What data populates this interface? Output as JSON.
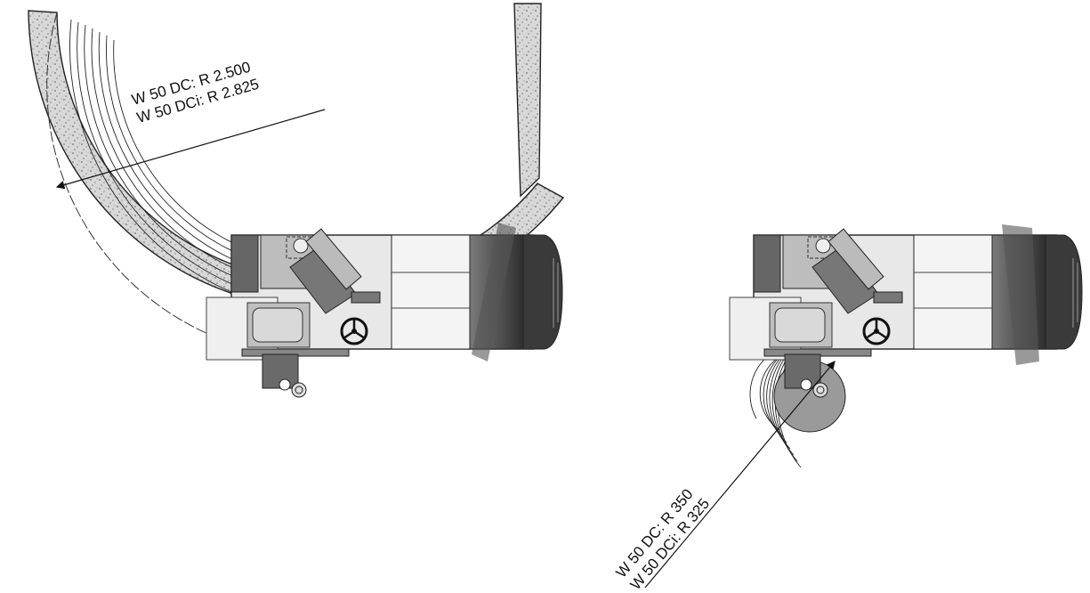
{
  "figure": {
    "left_label": {
      "line1": "W 50 DC: R 2.500",
      "line2": "W 50 DCi: R 2.825"
    },
    "right_label": {
      "line1": "W 50 DC: R 350",
      "line2": "W 50 DCi: R 325"
    }
  },
  "colors": {
    "ink": "#111111",
    "road_fill": "#d6d6d6",
    "body_light": "#e6e6e6",
    "body_mid": "#b9b9b9",
    "body_dark": "#5f5f5f",
    "cab_dark": "#4a4a4a"
  }
}
